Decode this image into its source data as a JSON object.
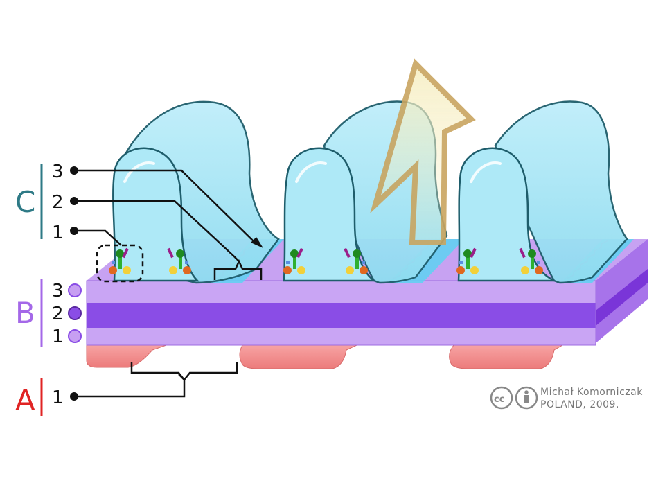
{
  "labels": {
    "group_c": {
      "letter": "C",
      "color": "#2e7a86",
      "items": [
        "3",
        "2",
        "1"
      ]
    },
    "group_b": {
      "letter": "B",
      "color": "#a468e8",
      "items": [
        "3",
        "2",
        "1"
      ]
    },
    "group_a": {
      "letter": "A",
      "color": "#e02424",
      "items": [
        "1"
      ]
    }
  },
  "credit": {
    "author": "Michał Komorniczak",
    "line2": "POLAND, 2009.",
    "cc_icon": "cc-icon",
    "by_icon": "attribution-icon"
  },
  "colors": {
    "podocyte": "#aee8f5",
    "podocyte_outline": "#1e5d6b",
    "gbm_light": "#cca8f5",
    "gbm_dark": "#8c4fe6",
    "endothelium": "#f08a8a",
    "arrow": "#c9a560"
  }
}
